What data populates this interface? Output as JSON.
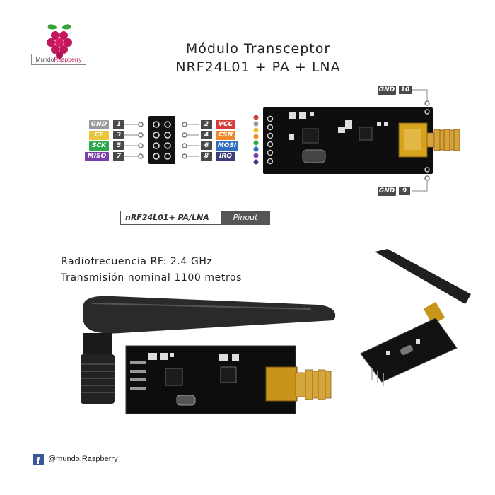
{
  "brand": {
    "name_part1": "Mundo",
    "name_part2": "Raspberry"
  },
  "title": {
    "line1": "Módulo Transceptor",
    "line2": "NRF24L01 + PA + LNA"
  },
  "pinout": {
    "left": [
      {
        "label": "GND",
        "num": "1",
        "color": "#9a9a9a",
        "text": "#fff"
      },
      {
        "label": "CE",
        "num": "3",
        "color": "#e8c53a",
        "text": "#fff"
      },
      {
        "label": "SCK",
        "num": "5",
        "color": "#2ea84e",
        "text": "#fff"
      },
      {
        "label": "MISO",
        "num": "7",
        "color": "#7a3fa8",
        "text": "#fff"
      }
    ],
    "right": [
      {
        "label": "VCC",
        "num": "2",
        "color": "#d53c3c",
        "text": "#fff"
      },
      {
        "label": "CSN",
        "num": "4",
        "color": "#f08a2c",
        "text": "#fff"
      },
      {
        "label": "MOSI",
        "num": "6",
        "color": "#2f6fc0",
        "text": "#fff"
      },
      {
        "label": "IRQ",
        "num": "8",
        "color": "#3c3c78",
        "text": "#fff"
      }
    ],
    "gnd_top": {
      "label": "GND",
      "num": "10"
    },
    "gnd_bottom": {
      "label": "GND",
      "num": "9"
    },
    "banner_name": "nRF24L01+ PA/LNA",
    "banner_tag": "Pinout"
  },
  "specs": {
    "line1": "Radiofrecuencia RF: 2.4 GHz",
    "line2": "Transmisión nominal 1100 metros"
  },
  "footer": {
    "social_handle": "@mundo.Raspberry"
  }
}
